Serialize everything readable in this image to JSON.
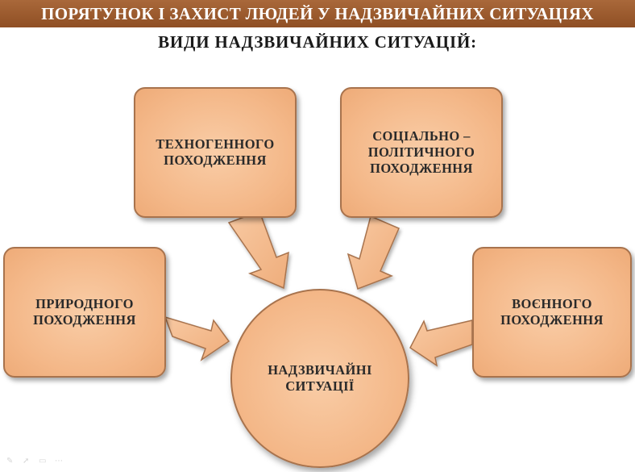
{
  "header": {
    "title": "ПОРЯТУНОК І ЗАХИСТ ЛЮДЕЙ У НАДЗВИЧАЙНИХ СИТУАЦІЯХ",
    "subtitle": "ВИДИ НАДЗВИЧАЙНИХ СИТУАЦІЙ:"
  },
  "diagram": {
    "center": "НАДЗВИЧАЙНІ\nСИТУАЦІЇ",
    "nodes": {
      "technogenic": "ТЕХНОГЕННОГО\nПОХОДЖЕННЯ",
      "sociopolitical": "СОЦІАЛЬНО –\nПОЛІТИЧНОГО\nПОХОДЖЕННЯ",
      "natural": "ПРИРОДНОГО\nПОХОДЖЕННЯ",
      "military": "ВОЄННОГО\nПОХОДЖЕННЯ"
    }
  },
  "colors": {
    "banner": "#9a5a2e",
    "box_fill": "#f4b889",
    "box_border": "#a8734d"
  },
  "footer_icons": [
    "pen-icon",
    "pointer-icon",
    "screen-icon",
    "more-icon"
  ]
}
